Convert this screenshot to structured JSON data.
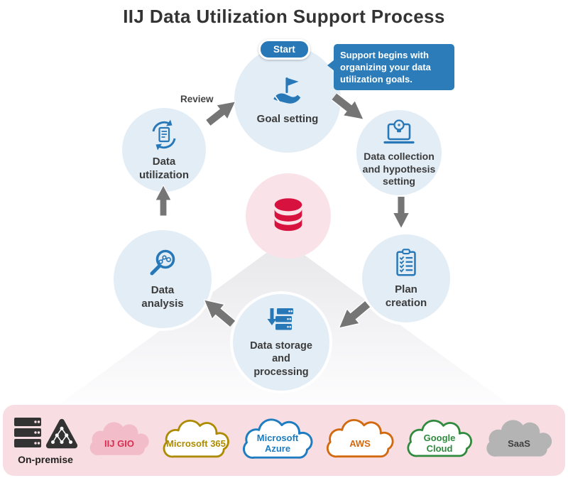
{
  "title": "IIJ Data Utilization Support Process",
  "badge": {
    "start": "Start"
  },
  "callout": {
    "text": "Support begins with organizing your data utilization goals."
  },
  "review_label": "Review",
  "steps": [
    {
      "id": "goal-setting",
      "label": "Goal setting",
      "icon": "hand-flag-icon"
    },
    {
      "id": "data-collection",
      "label": "Data collection and hypothesis setting",
      "icon": "laptop-bulb-icon"
    },
    {
      "id": "plan-creation",
      "label": "Plan creation",
      "icon": "clipboard-checklist-icon"
    },
    {
      "id": "data-storage",
      "label": "Data storage and processing",
      "icon": "server-download-icon"
    },
    {
      "id": "data-analysis",
      "label": "Data analysis",
      "icon": "magnifier-chart-icon"
    },
    {
      "id": "data-utilization",
      "label": "Data utilization",
      "icon": "document-cycle-icon"
    }
  ],
  "center": {
    "icon": "database-icon"
  },
  "platforms": [
    {
      "label": "On-premise",
      "type": "onprem",
      "text_color": "#222222",
      "icons": [
        "server-rack-icon",
        "network-pyramid-icon"
      ]
    },
    {
      "label": "IIJ GIO",
      "type": "cloud-filled",
      "fill": "#f2bdc8",
      "text_color": "#d62e52"
    },
    {
      "label": "Microsoft 365",
      "type": "cloud-outline",
      "fill": "#ffffff",
      "border": "#ad8b00",
      "text_color": "#ad8b00"
    },
    {
      "label": "Microsoft Azure",
      "type": "cloud-outline",
      "fill": "#ffffff",
      "border": "#1d7dc0",
      "text_color": "#1d7dc0"
    },
    {
      "label": "AWS",
      "type": "cloud-outline",
      "fill": "#ffffff",
      "border": "#d2690e",
      "text_color": "#d2690e"
    },
    {
      "label": "Google Cloud",
      "type": "cloud-outline",
      "fill": "#ffffff",
      "border": "#2f8a3d",
      "text_color": "#2f8a3d"
    },
    {
      "label": "SaaS",
      "type": "cloud-filled",
      "fill": "#b4b4b4",
      "text_color": "#3f3f3f"
    }
  ],
  "colors": {
    "accent_blue": "#2878b8",
    "circle_fill": "#e3edf6",
    "arrow_gray": "#757575",
    "center_pink": "#fae3e8",
    "database_red": "#d8123e",
    "band_pink": "#f8dde2",
    "callout_blue": "#2b7cb8",
    "title_text": "#333333"
  }
}
